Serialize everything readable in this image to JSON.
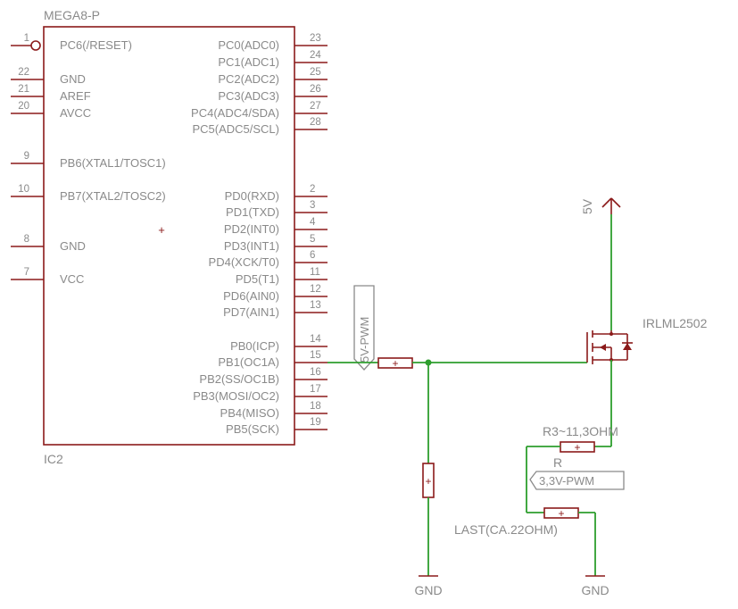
{
  "ic": {
    "part": "MEGA8-P",
    "ref": "IC2",
    "left_pins": [
      {
        "num": "1",
        "label": "PC6(/RESET)"
      },
      {
        "num": "22",
        "label": "GND"
      },
      {
        "num": "21",
        "label": "AREF"
      },
      {
        "num": "20",
        "label": "AVCC"
      },
      {
        "num": "9",
        "label": "PB6(XTAL1/TOSC1)"
      },
      {
        "num": "10",
        "label": "PB7(XTAL2/TOSC2)"
      },
      {
        "num": "8",
        "label": "GND"
      },
      {
        "num": "7",
        "label": "VCC"
      }
    ],
    "right_pins": [
      {
        "num": "23",
        "label": "PC0(ADC0)"
      },
      {
        "num": "24",
        "label": "PC1(ADC1)"
      },
      {
        "num": "25",
        "label": "PC2(ADC2)"
      },
      {
        "num": "26",
        "label": "PC3(ADC3)"
      },
      {
        "num": "27",
        "label": "PC4(ADC4/SDA)"
      },
      {
        "num": "28",
        "label": "PC5(ADC5/SCL)"
      },
      {
        "num": "2",
        "label": "PD0(RXD)"
      },
      {
        "num": "3",
        "label": "PD1(TXD)"
      },
      {
        "num": "4",
        "label": "PD2(INT0)"
      },
      {
        "num": "5",
        "label": "PD3(INT1)"
      },
      {
        "num": "6",
        "label": "PD4(XCK/T0)"
      },
      {
        "num": "11",
        "label": "PD5(T1)"
      },
      {
        "num": "12",
        "label": "PD6(AIN0)"
      },
      {
        "num": "13",
        "label": "PD7(AIN1)"
      },
      {
        "num": "14",
        "label": "PB0(ICP)"
      },
      {
        "num": "15",
        "label": "PB1(OC1A)"
      },
      {
        "num": "16",
        "label": "PB2(SS/OC1B)"
      },
      {
        "num": "17",
        "label": "PB3(MOSI/OC2)"
      },
      {
        "num": "18",
        "label": "PB4(MISO)"
      },
      {
        "num": "19",
        "label": "PB5(SCK)"
      }
    ]
  },
  "net_labels": {
    "pwm5": "5V-PWM",
    "pwm33": "3,3V-PWM",
    "supply": "5V",
    "gnd1": "GND",
    "gnd2": "GND"
  },
  "parts": {
    "mosfet": "IRLML2502",
    "r3": "R3~11,3OHM",
    "r3_value": "R",
    "load": "LAST(CA.22OHM)"
  }
}
